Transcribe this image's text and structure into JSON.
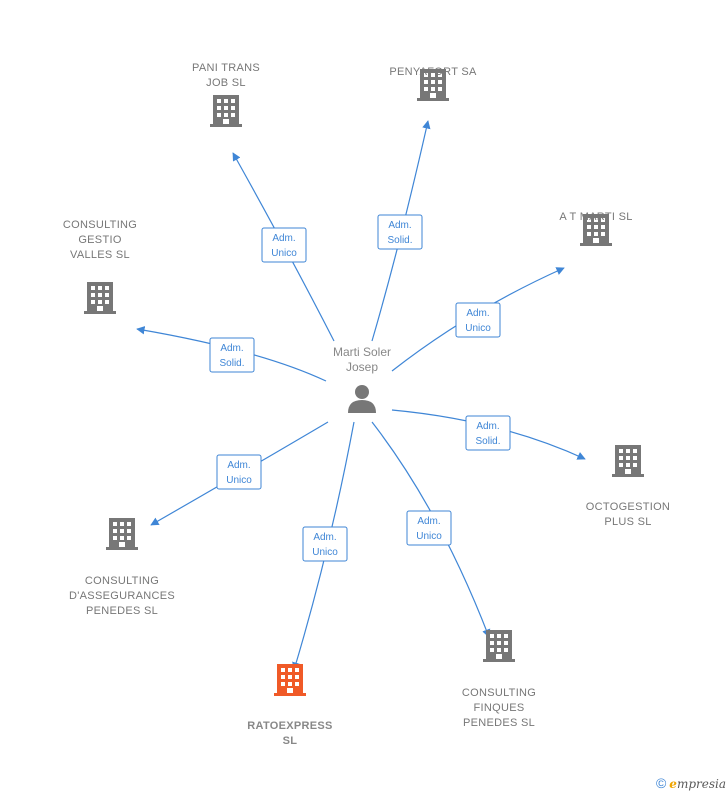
{
  "center": {
    "label_lines": [
      "Marti Soler",
      "Josep"
    ],
    "icon": "person-icon"
  },
  "companies": [
    {
      "id": "pani-trans",
      "label_lines": [
        "PANI TRANS",
        "JOB  SL"
      ],
      "icon": "building-icon",
      "color": "#777777"
    },
    {
      "id": "penyafort",
      "label_lines": [
        "PENYAFORT SA"
      ],
      "icon": "building-icon",
      "color": "#777777"
    },
    {
      "id": "a-t-marti",
      "label_lines": [
        "A T MARTI  SL"
      ],
      "icon": "building-icon",
      "color": "#777777"
    },
    {
      "id": "consulting-gestio",
      "label_lines": [
        "CONSULTING",
        "GESTIO",
        "VALLES  SL"
      ],
      "icon": "building-icon",
      "color": "#777777"
    },
    {
      "id": "octogestion",
      "label_lines": [
        "OCTOGESTION",
        "PLUS  SL"
      ],
      "icon": "building-icon",
      "color": "#777777"
    },
    {
      "id": "consulting-assegurances",
      "label_lines": [
        "CONSULTING",
        "D'ASSEGURANCES",
        "PENEDES  SL"
      ],
      "icon": "building-icon",
      "color": "#777777"
    },
    {
      "id": "ratoexpress",
      "label_lines": [
        "RATOEXPRESS",
        "SL"
      ],
      "icon": "building-icon",
      "color": "#f05a28",
      "highlight": true
    },
    {
      "id": "consulting-finques",
      "label_lines": [
        "CONSULTING",
        "FINQUES",
        "PENEDES SL"
      ],
      "icon": "building-icon",
      "color": "#777777"
    }
  ],
  "relations": [
    {
      "target": "pani-trans",
      "label_lines": [
        "Adm.",
        "Unico"
      ]
    },
    {
      "target": "penyafort",
      "label_lines": [
        "Adm.",
        "Solid."
      ]
    },
    {
      "target": "a-t-marti",
      "label_lines": [
        "Adm.",
        "Unico"
      ]
    },
    {
      "target": "consulting-gestio",
      "label_lines": [
        "Adm.",
        "Solid."
      ]
    },
    {
      "target": "octogestion",
      "label_lines": [
        "Adm.",
        "Solid."
      ]
    },
    {
      "target": "consulting-assegurances",
      "label_lines": [
        "Adm.",
        "Unico"
      ]
    },
    {
      "target": "ratoexpress",
      "label_lines": [
        "Adm.",
        "Unico"
      ]
    },
    {
      "target": "consulting-finques",
      "label_lines": [
        "Adm.",
        "Unico"
      ]
    }
  ],
  "colors": {
    "edge": "#3f86d6",
    "node": "#777777",
    "highlight": "#f05a28"
  },
  "footer": {
    "copyright": "©",
    "brand_initial": "e",
    "brand_rest": "mpresia"
  }
}
